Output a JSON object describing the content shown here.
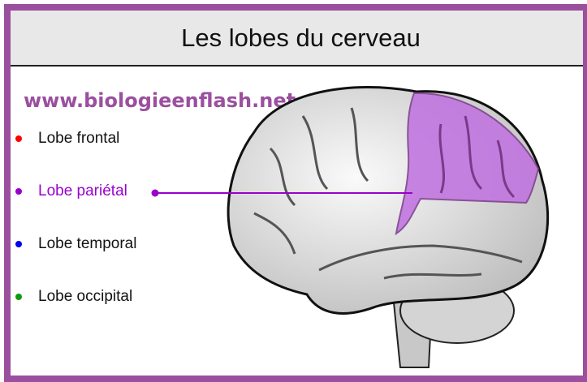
{
  "title": "Les lobes du cerveau",
  "site": "www.biologieenflash.net",
  "legend": [
    {
      "label": "Lobe frontal",
      "color": "#ff0000",
      "text_color": "#111111"
    },
    {
      "label": "Lobe pariétal",
      "color": "#9900cc",
      "text_color": "#9900cc"
    },
    {
      "label": "Lobe temporal",
      "color": "#0000ee",
      "text_color": "#111111"
    },
    {
      "label": "Lobe occipital",
      "color": "#119911",
      "text_color": "#111111"
    }
  ],
  "highlight_color": "#c070e0",
  "border_color": "#9b4f9f"
}
